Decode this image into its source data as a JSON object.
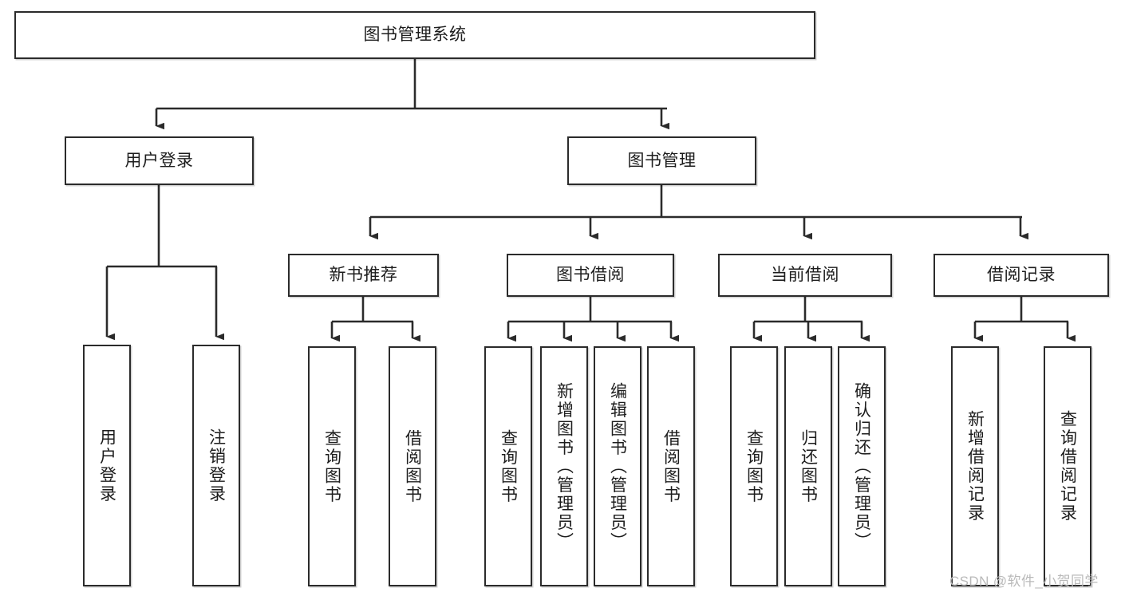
{
  "diagram": {
    "type": "tree-hierarchy",
    "title": "图书管理系统",
    "watermark": "CSDN @软件_小贺同学",
    "colors": {
      "box_border": "#2b2b2b",
      "box_fill": "#ffffff",
      "connector": "#2b2b2b",
      "text": "#1d1d1d",
      "watermark": "#b9b9b9"
    },
    "root": {
      "id": "root",
      "label": "图书管理系统"
    },
    "level2": [
      {
        "id": "user-login",
        "label": "用户登录"
      },
      {
        "id": "book-manage",
        "label": "图书管理"
      }
    ],
    "level3": [
      {
        "id": "new-book-recommend",
        "label": "新书推荐",
        "parent": "book-manage"
      },
      {
        "id": "book-borrow",
        "label": "图书借阅",
        "parent": "book-manage"
      },
      {
        "id": "current-borrow",
        "label": "当前借阅",
        "parent": "book-manage"
      },
      {
        "id": "borrow-record",
        "label": "借阅记录",
        "parent": "book-manage"
      }
    ],
    "leaves": {
      "user_login": [
        {
          "id": "leaf-user-login",
          "label": "用户登录"
        },
        {
          "id": "leaf-logout-login",
          "label": "注销登录"
        }
      ],
      "new_book_recommend": [
        {
          "id": "leaf-query-book-1",
          "label": "查询图书"
        },
        {
          "id": "leaf-borrow-book-1",
          "label": "借阅图书"
        }
      ],
      "book_borrow": [
        {
          "id": "leaf-query-book-2",
          "label": "查询图书"
        },
        {
          "id": "leaf-add-book",
          "label": "新增图书（管理员）"
        },
        {
          "id": "leaf-edit-book",
          "label": "编辑图书（管理员）"
        },
        {
          "id": "leaf-borrow-book-2",
          "label": "借阅图书"
        }
      ],
      "current_borrow": [
        {
          "id": "leaf-query-book-3",
          "label": "查询图书"
        },
        {
          "id": "leaf-return-book",
          "label": "归还图书"
        },
        {
          "id": "leaf-confirm-return",
          "label": "确认归还（管理员）"
        }
      ],
      "borrow_record": [
        {
          "id": "leaf-add-record",
          "label": "新增借阅记录"
        },
        {
          "id": "leaf-query-record",
          "label": "查询借阅记录"
        }
      ]
    }
  }
}
